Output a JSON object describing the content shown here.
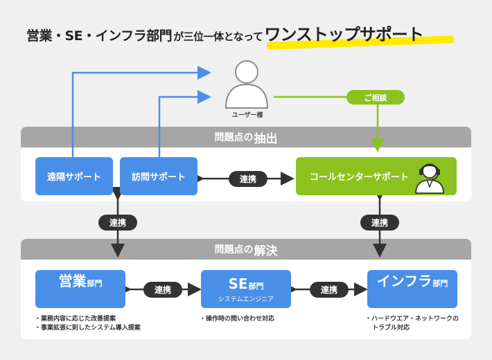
{
  "title": {
    "part1": "営業・SE・インフラ部門",
    "part2": "が三位一体となって",
    "part3": "ワンストップサポート"
  },
  "user": {
    "label": "ユーザー様"
  },
  "consult": {
    "label": "ご相談"
  },
  "extract_panel": {
    "head_small": "問題点の",
    "head_big": "抽出"
  },
  "solve_panel": {
    "head_small": "問題点の",
    "head_big": "解決"
  },
  "support": {
    "remote": "遠隔サポート",
    "visit": "訪問サポート",
    "callcenter": "コールセンターサポート"
  },
  "links": {
    "top_middle": "連携",
    "left_vertical": "連携",
    "right_vertical": "連携",
    "bottom_left": "連携",
    "bottom_right": "連携"
  },
  "departments": {
    "sales": {
      "big": "営業",
      "small": "部門",
      "desc1": "・業務内容に応じた改善提案",
      "desc2": "・事業拡張に則したシステム導入提案"
    },
    "se": {
      "big": "SE",
      "small": "部門",
      "sub": "システムエンジニア",
      "desc1": "・操作時の問い合わせ対応"
    },
    "infra": {
      "big": "インフラ",
      "small": "部門",
      "desc1": "・ハードウエア・ネットワークの",
      "desc2": "トラブル対応"
    }
  },
  "colors": {
    "blue": "#4a8fe7",
    "green": "#8cc21f",
    "dark": "#333333",
    "gray_head": "#a6a6a6",
    "highlight": "#ffea00"
  }
}
